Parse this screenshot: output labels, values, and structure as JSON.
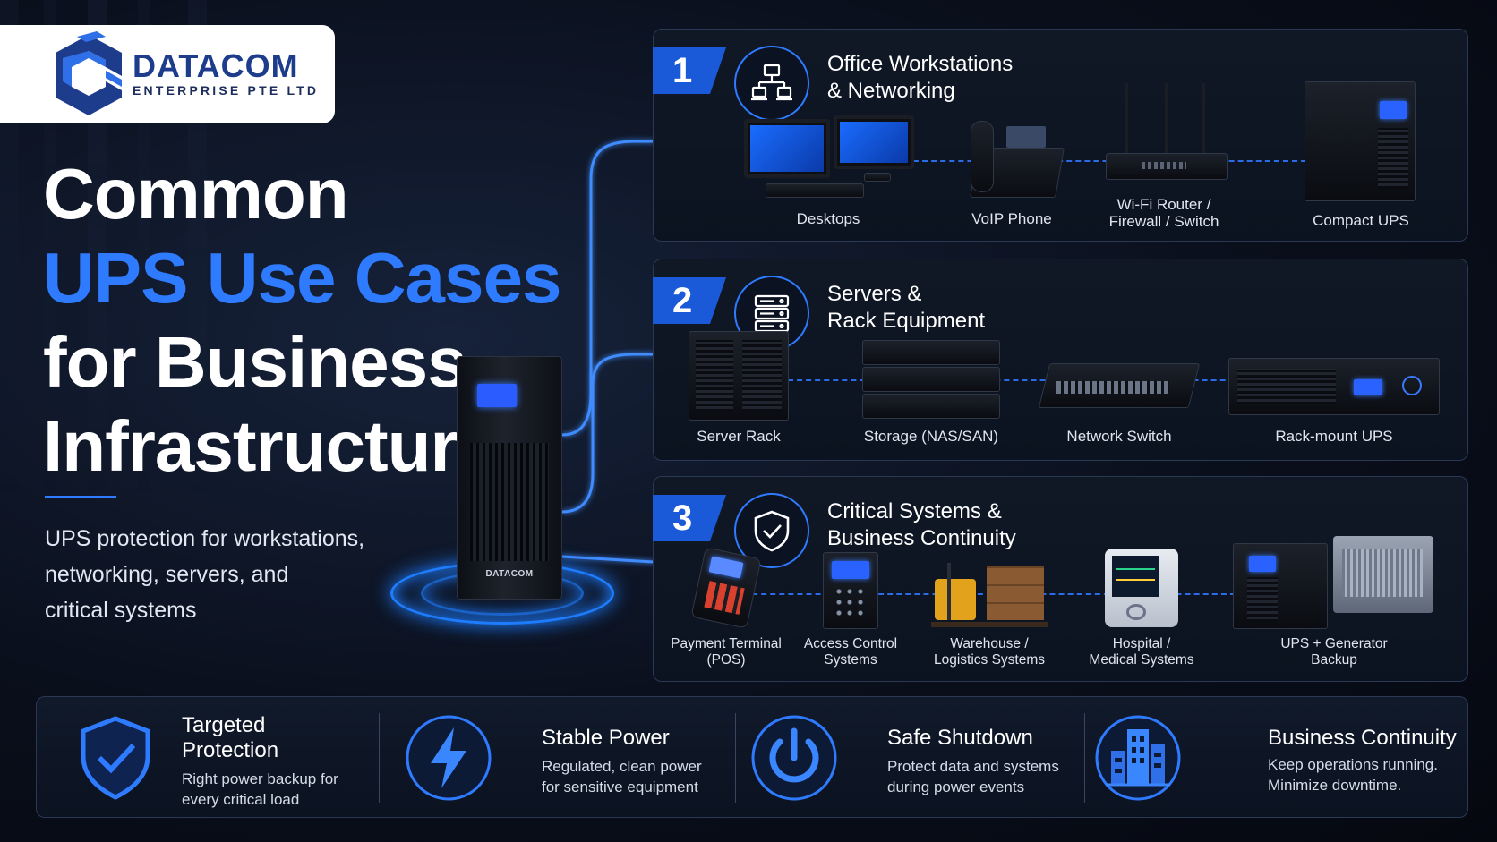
{
  "brand": {
    "name": "DATACOM",
    "sub": "ENTERPRISE PTE LTD",
    "tower_label": "DATACOM"
  },
  "headline": {
    "line1": "Common",
    "line2": "UPS Use Cases",
    "line3": "for Business",
    "line4": "Infrastructure"
  },
  "subtitle": {
    "line1": "UPS protection for workstations,",
    "line2": "networking, servers, and",
    "line3": "critical systems"
  },
  "panels": [
    {
      "number": "1",
      "icon": "network-icon",
      "title_line1": "Office Workstations",
      "title_line2": "& Networking",
      "items": [
        {
          "label": "Desktops"
        },
        {
          "label": "VoIP Phone"
        },
        {
          "label_line1": "Wi-Fi Router /",
          "label_line2": "Firewall / Switch"
        },
        {
          "label": "Compact UPS"
        }
      ]
    },
    {
      "number": "2",
      "icon": "server-icon",
      "title_line1": "Servers &",
      "title_line2": "Rack Equipment",
      "items": [
        {
          "label": "Server Rack"
        },
        {
          "label": "Storage (NAS/SAN)"
        },
        {
          "label": "Network Switch"
        },
        {
          "label": "Rack-mount UPS"
        }
      ]
    },
    {
      "number": "3",
      "icon": "shield-check-icon",
      "title_line1": "Critical Systems &",
      "title_line2": "Business Continuity",
      "items": [
        {
          "label_line1": "Payment Terminal",
          "label_line2": "(POS)"
        },
        {
          "label_line1": "Access Control",
          "label_line2": "Systems"
        },
        {
          "label_line1": "Warehouse /",
          "label_line2": "Logistics Systems"
        },
        {
          "label_line1": "Hospital /",
          "label_line2": "Medical Systems"
        },
        {
          "label_line1": "UPS + Generator",
          "label_line2": "Backup"
        }
      ]
    }
  ],
  "features": [
    {
      "icon": "shield-check-icon",
      "title_line1": "Targeted",
      "title_line2": "Protection",
      "desc_line1": "Right power backup for",
      "desc_line2": "every critical load"
    },
    {
      "icon": "lightning-icon",
      "title": "Stable Power",
      "desc_line1": "Regulated, clean power",
      "desc_line2": "for sensitive equipment"
    },
    {
      "icon": "power-icon",
      "title": "Safe Shutdown",
      "desc_line1": "Protect data and systems",
      "desc_line2": "during power events"
    },
    {
      "icon": "building-icon",
      "title": "Business Continuity",
      "desc_line1": "Keep operations running.",
      "desc_line2": "Minimize downtime."
    }
  ],
  "colors": {
    "accent": "#2f7bff",
    "tab": "#1a5ad8",
    "background": "#0a0f1c"
  }
}
